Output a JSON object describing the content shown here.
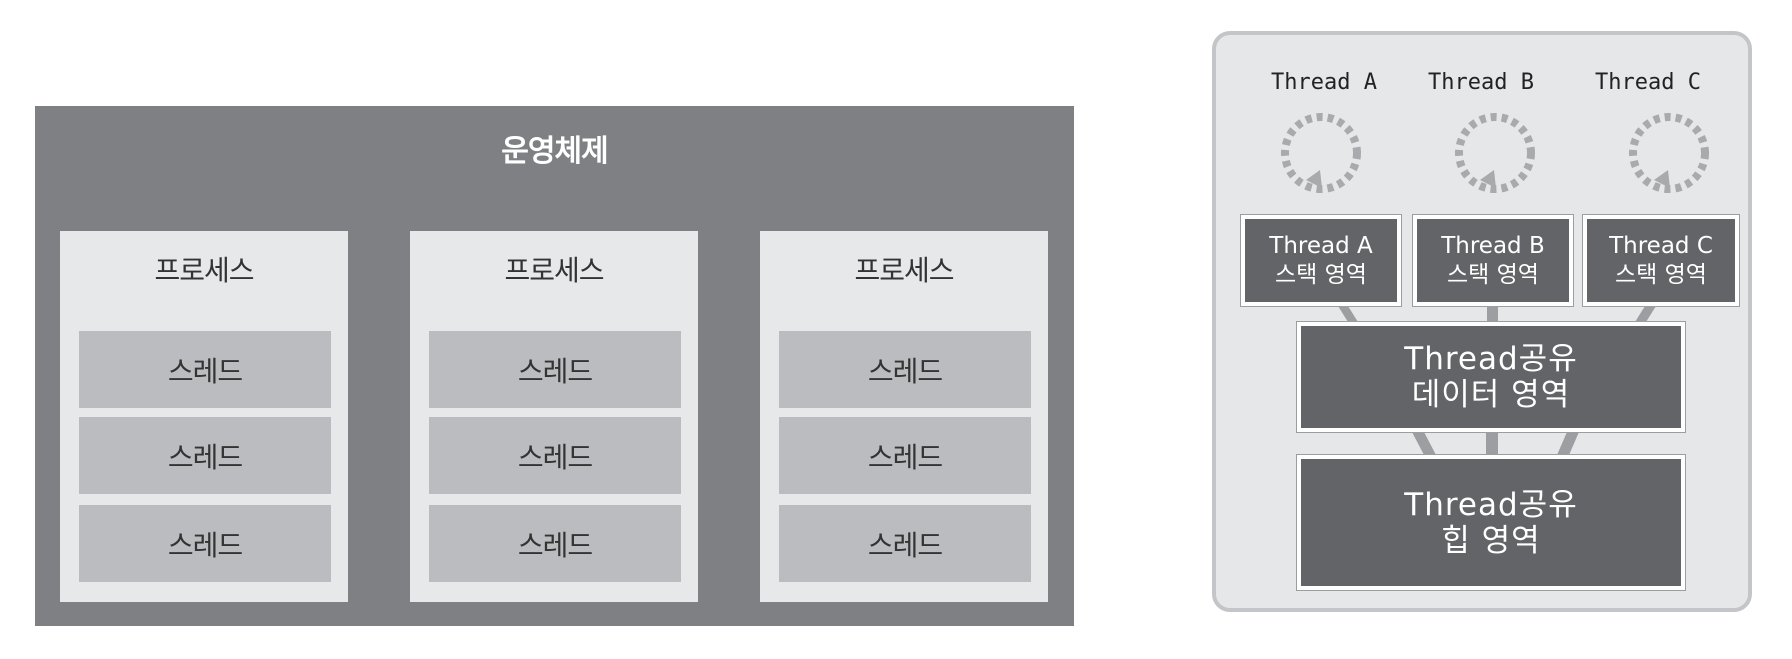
{
  "os": {
    "title": "운영체제",
    "processes": [
      {
        "title": "프로세스",
        "threads": [
          "스레드",
          "스레드",
          "스레드"
        ]
      },
      {
        "title": "프로세스",
        "threads": [
          "스레드",
          "스레드",
          "스레드"
        ]
      },
      {
        "title": "프로세스",
        "threads": [
          "스레드",
          "스레드",
          "스레드"
        ]
      }
    ]
  },
  "memory": {
    "threads": [
      {
        "label": "Thread A",
        "stack_line1": "Thread A",
        "stack_line2": "스택 영역"
      },
      {
        "label": "Thread B",
        "stack_line1": "Thread B",
        "stack_line2": "스택 영역"
      },
      {
        "label": "Thread C",
        "stack_line1": "Thread C",
        "stack_line2": "스택 영역"
      }
    ],
    "shared_data": {
      "line1": "Thread공유",
      "line2": "데이터 영역"
    },
    "shared_heap": {
      "line1": "Thread공유",
      "line2": "힙 영역"
    }
  },
  "colors": {
    "os_background": "#7f8083",
    "process_background": "#e7e8ea",
    "thread_box": "#bbbcbf",
    "memory_box": "#636467",
    "frame_background": "#e6e7e9"
  }
}
